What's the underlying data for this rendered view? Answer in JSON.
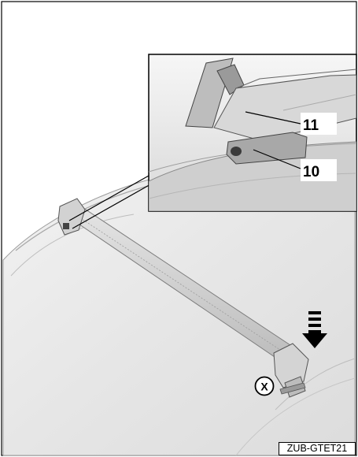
{
  "callouts": {
    "label_11": "11",
    "label_10": "10",
    "label_x": "X"
  },
  "reference_code": "ZUB-GTET21",
  "colors": {
    "roof": "#e8e8e8",
    "roof_edge": "#b0b0b0",
    "bar": "#cfcfcf",
    "outline": "#000000"
  }
}
